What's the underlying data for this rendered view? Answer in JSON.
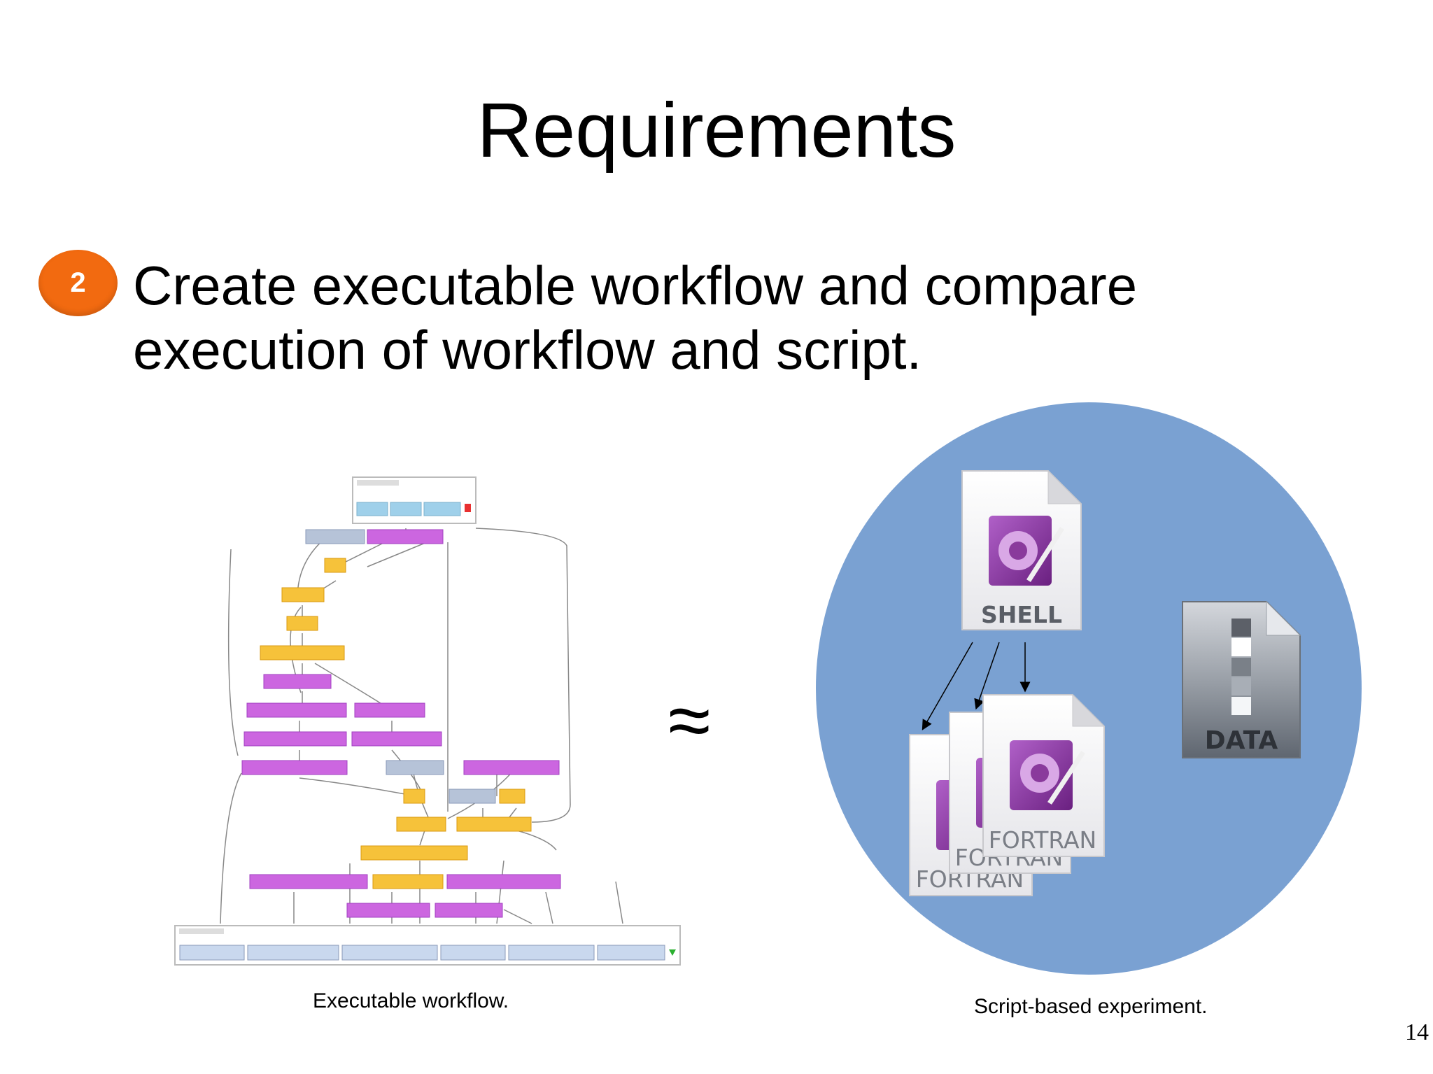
{
  "slide": {
    "title": "Requirements",
    "bullet_number": "2",
    "bullet_line1": "Create executable workflow and compare",
    "bullet_line2": "execution of workflow and script.",
    "approx_symbol": "≈",
    "caption_left": "Executable workflow.",
    "caption_right": "Script-based experiment.",
    "page_number": "14"
  },
  "script_diagram": {
    "shell_label": "SHELL",
    "data_label": "DATA",
    "fortran_labels": [
      "FORTRAN",
      "FORTRAN",
      "FORTRAN"
    ]
  },
  "colors": {
    "badge": "#f26a10",
    "circle": "#7aa1d2",
    "wf_input": "#9fd0ea",
    "wf_gray": "#b6c3d8",
    "wf_purple": "#cc66e0",
    "wf_yellow": "#f6c23a",
    "shell_icon": "#8a3a9c"
  }
}
